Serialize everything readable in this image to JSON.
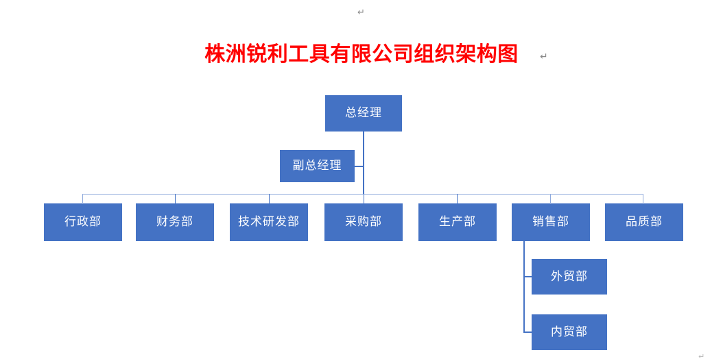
{
  "document": {
    "title": "株洲锐利工具有限公司组织架构图",
    "title_color": "#ff0000",
    "paragraph_mark": "↵",
    "background": "#ffffff"
  },
  "theme": {
    "node_fill": "#4472C4",
    "node_text_color": "#ffffff",
    "connector_color": "#4472C4",
    "connector_color_light": "#8FAADC"
  },
  "org_chart": {
    "root": {
      "label": "总经理"
    },
    "deputy": {
      "label": "副总经理"
    },
    "departments": [
      {
        "label": "行政部"
      },
      {
        "label": "财务部"
      },
      {
        "label": "技术研发部"
      },
      {
        "label": "采购部"
      },
      {
        "label": "生产部"
      },
      {
        "label": "销售部"
      },
      {
        "label": "品质部"
      }
    ],
    "sales_sub_departments": [
      {
        "label": "外贸部"
      },
      {
        "label": "内贸部"
      }
    ]
  }
}
